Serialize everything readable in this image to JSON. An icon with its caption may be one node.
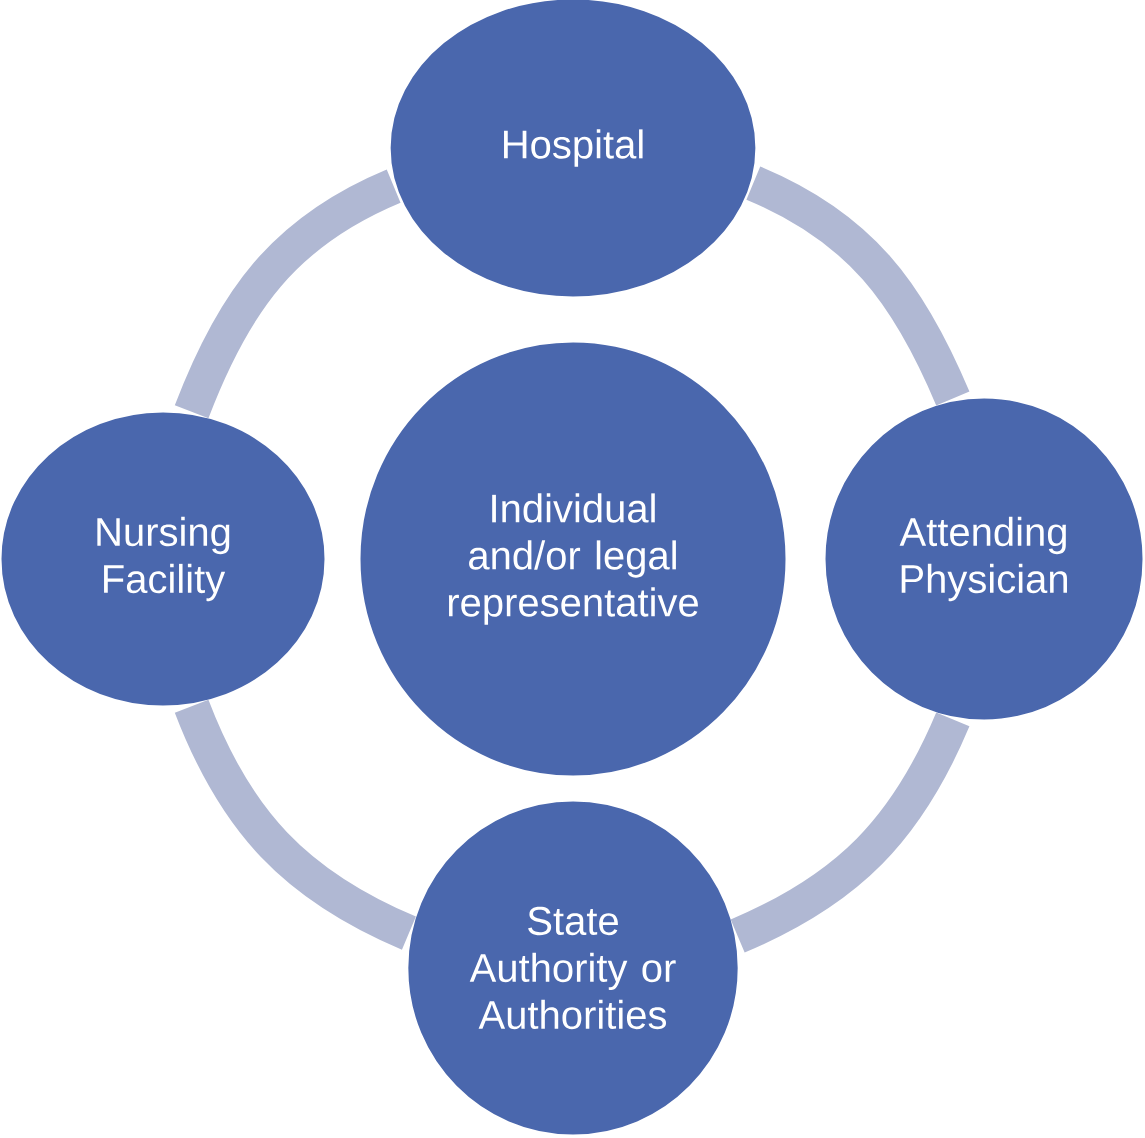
{
  "diagram": {
    "nodes": [
      {
        "text": [
          "Hospital"
        ]
      },
      {
        "text": [
          "Nursing Facility"
        ]
      },
      {
        "text": [
          "Individual and/or legal representative"
        ]
      },
      {
        "text": [
          "Attending Physician"
        ]
      },
      {
        "text": [
          "State Authority or Authorities"
        ]
      }
    ],
    "edges": [
      {
        "from": 0,
        "to": 3,
        "arrow": "none"
      },
      {
        "from": 3,
        "to": 4,
        "arrow": "none"
      },
      {
        "from": 4,
        "to": 1,
        "arrow": "none"
      },
      {
        "from": 1,
        "to": 0,
        "arrow": "none"
      }
    ]
  }
}
